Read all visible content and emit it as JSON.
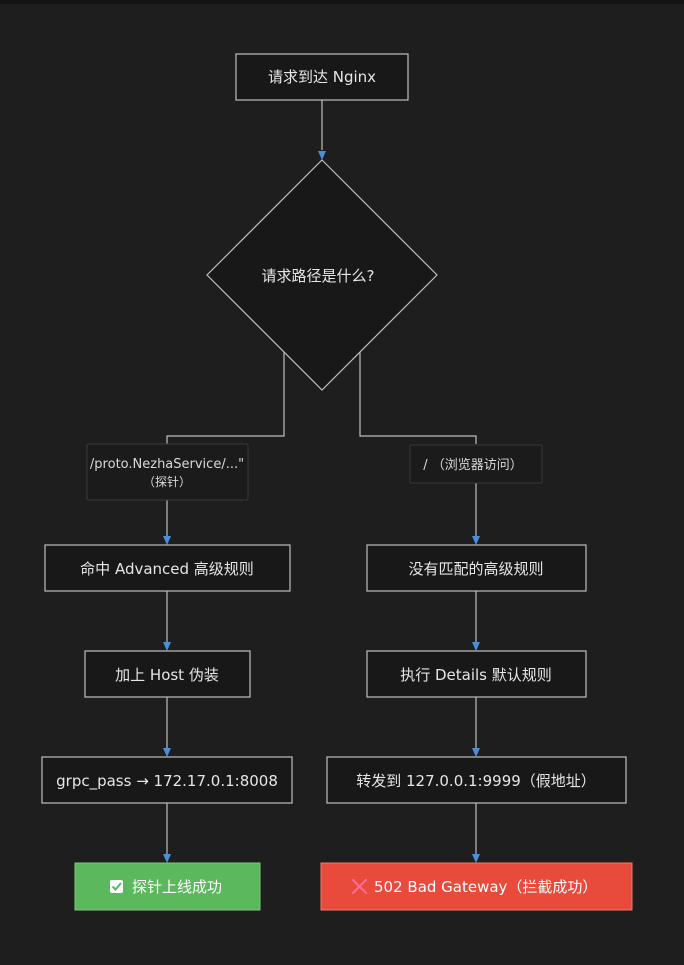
{
  "nodes": {
    "start": "请求到达 Nginx",
    "decision": "请求路径是什么?",
    "left_label_line1": "/proto.NezhaService/...\"",
    "left_label_line2": "（探针）",
    "right_label": "/ （浏览器访问）",
    "left_step1": "命中 Advanced 高级规则",
    "left_step2": "加上 Host 伪装",
    "left_step3": "grpc_pass → 172.17.0.1:8008",
    "left_result_text": "探针上线成功",
    "right_step1": "没有匹配的高级规则",
    "right_step2": "执行 Details 默认规则",
    "right_step3": "转发到 127.0.0.1:9999（假地址）",
    "right_result_text": "502 Bad Gateway（拦截成功）"
  },
  "icons": {
    "success": "check-box-icon",
    "failure": "cross-icon"
  },
  "colors": {
    "background": "#1e1e1e",
    "node_fill": "#181818",
    "node_border": "#bfbfbf",
    "text": "#e6e6e6",
    "arrow": "#4a90d9",
    "success": "#5cb85c",
    "failure": "#e84a3c",
    "failure_icon": "#ff6b8b"
  }
}
